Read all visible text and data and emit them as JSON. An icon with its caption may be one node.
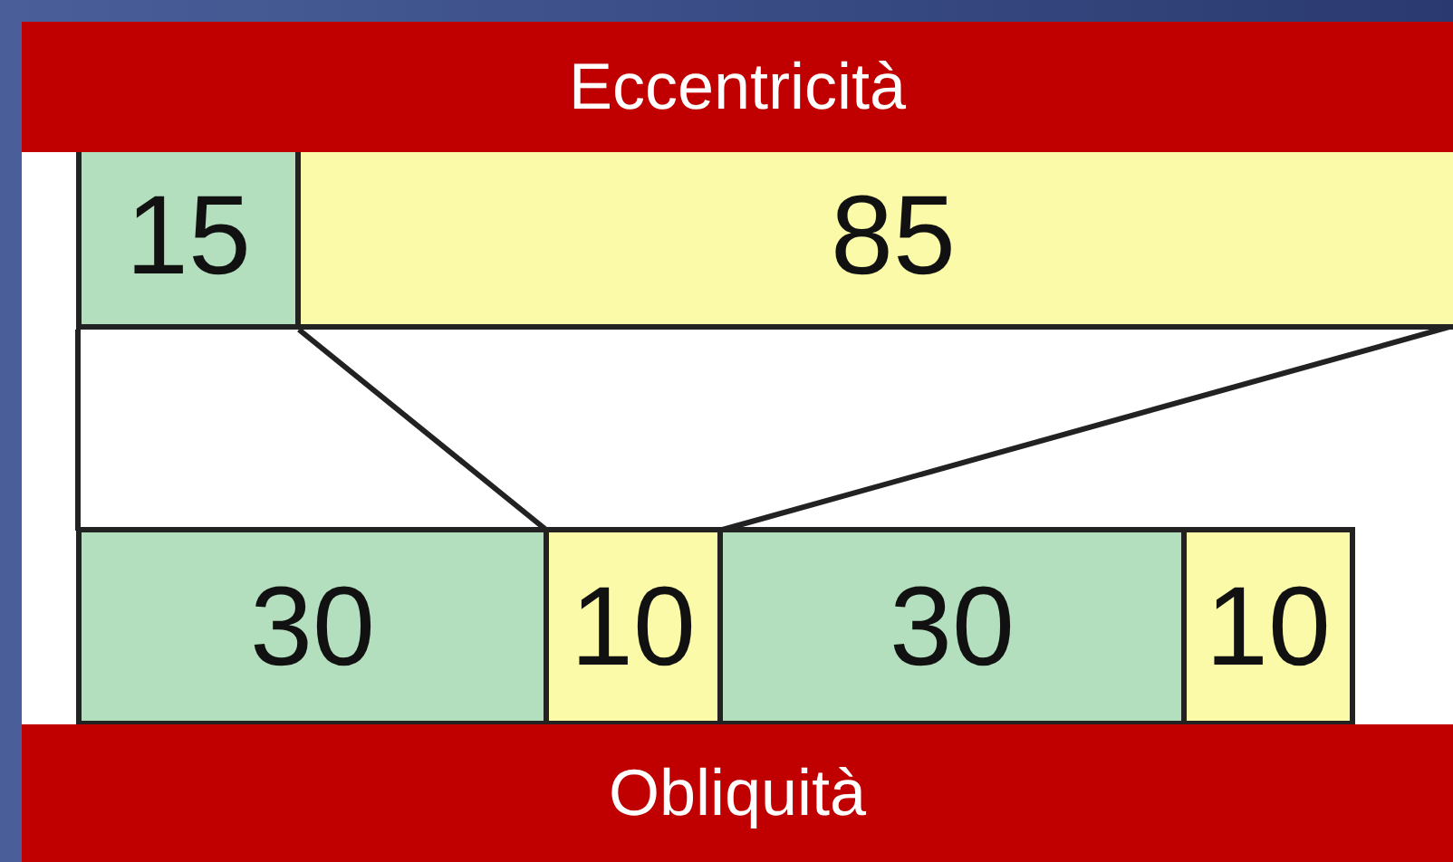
{
  "diagram": {
    "title": "Eccentricità",
    "caption": "Obliquità",
    "nodes": [
      {
        "text": [
          "15"
        ]
      },
      {
        "text": [
          "85"
        ]
      },
      {
        "text": [
          "30"
        ]
      },
      {
        "text": [
          "10"
        ]
      },
      {
        "text": [
          "30"
        ]
      },
      {
        "text": [
          "10"
        ]
      }
    ],
    "edges": []
  }
}
